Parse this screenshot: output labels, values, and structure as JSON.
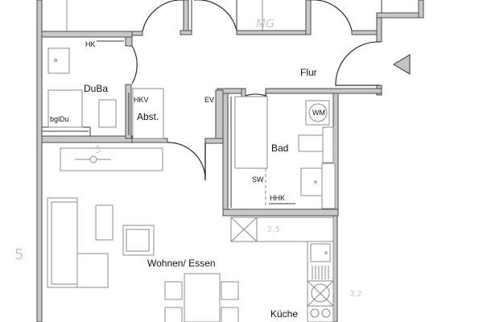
{
  "plan": {
    "rooms": {
      "duba": "DuBa",
      "abst": "Abst.",
      "flur": "Flur",
      "bad": "Bad",
      "wohnen_essen": "Wohnen/ Essen",
      "kueche": "Küche"
    },
    "annotations": {
      "hk": "HK",
      "hkv": "HKV",
      "bgldu": "bglDu",
      "ev": "EV",
      "wm": "WM",
      "sw": "SW",
      "hhk": "HHK"
    },
    "handwritten": {
      "top": "MG",
      "left_margin": "5",
      "below_duba": "3",
      "hall_strip": "2,5",
      "right_of_kitchen": "3,2"
    },
    "entrance_arrow": "entrance-arrow",
    "colors": {
      "wall_fill": "#c8c8c8",
      "line": "#3a3a3a",
      "furniture": "#8c8c8c",
      "handwriting": "#c9c9c9"
    }
  }
}
